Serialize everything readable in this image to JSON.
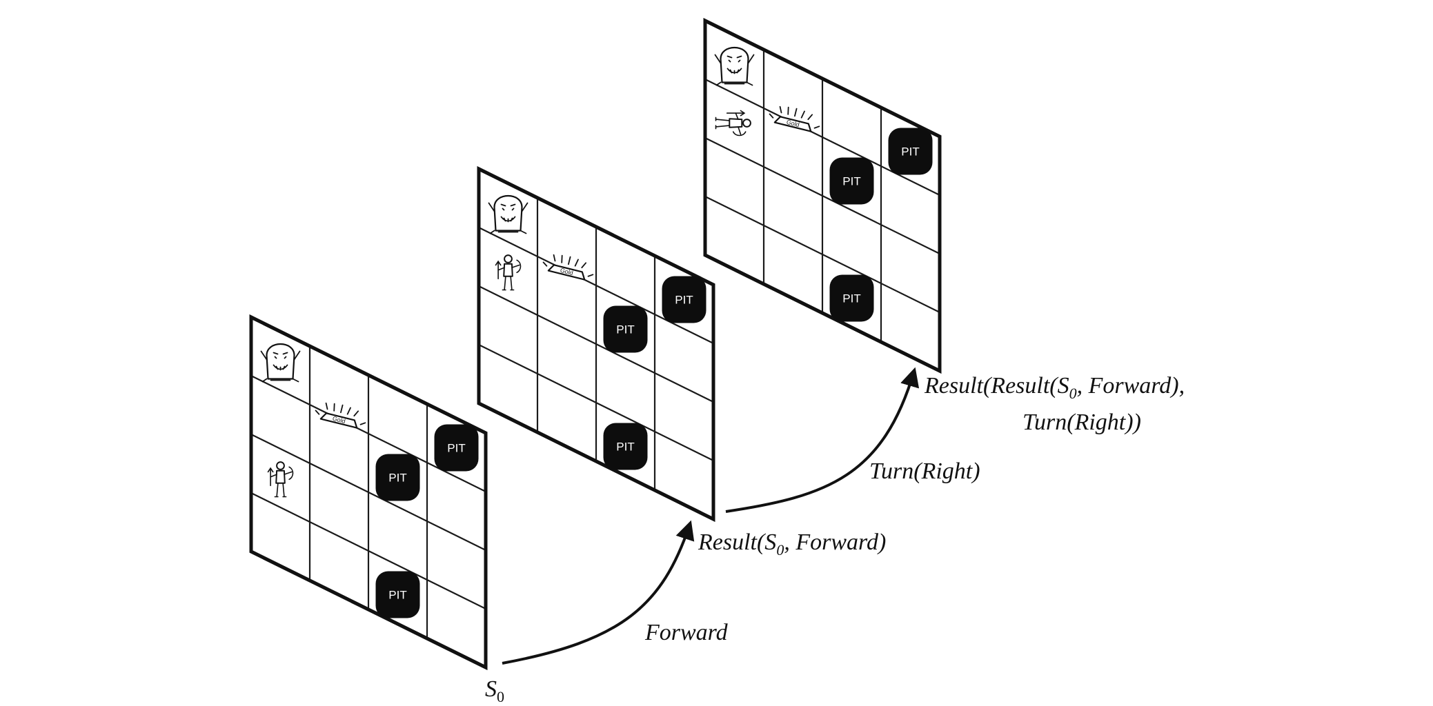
{
  "labels": {
    "s0_name": "S",
    "s0_sub": "0",
    "forward": "Forward",
    "state1_pre": "Result(S",
    "state1_sub": "0",
    "state1_post": ", Forward)",
    "turn": "Turn(Right)",
    "state2_line1_pre": "Result(Result(S",
    "state2_line1_sub": "0",
    "state2_line1_post": ", Forward),",
    "state2_line2": "Turn(Right))"
  },
  "icons": {
    "pit_label": "PIT",
    "gold_label": "Gold",
    "wumpus": "wumpus-icon",
    "agent": "agent-icon",
    "gold": "gold-icon"
  },
  "boards": [
    {
      "name": "S0",
      "agent_cell": [
        1,
        4
      ],
      "agent_facing": "right",
      "wumpus_cell": [
        1,
        2
      ],
      "gold_cell": [
        2,
        2
      ],
      "pit_cells": [
        [
          4,
          2
        ],
        [
          3,
          3
        ],
        [
          3,
          5
        ]
      ]
    },
    {
      "name": "Result(S0, Forward)",
      "agent_cell": [
        1,
        3
      ],
      "agent_facing": "right",
      "wumpus_cell": [
        1,
        2
      ],
      "gold_cell": [
        2,
        2
      ],
      "pit_cells": [
        [
          4,
          2
        ],
        [
          3,
          3
        ],
        [
          3,
          5
        ]
      ]
    },
    {
      "name": "Result(Result(S0, Forward), Turn(Right))",
      "agent_cell": [
        1,
        3
      ],
      "agent_facing": "down",
      "wumpus_cell": [
        1,
        2
      ],
      "gold_cell": [
        2,
        2
      ],
      "pit_cells": [
        [
          4,
          2
        ],
        [
          3,
          3
        ],
        [
          3,
          5
        ]
      ]
    }
  ]
}
